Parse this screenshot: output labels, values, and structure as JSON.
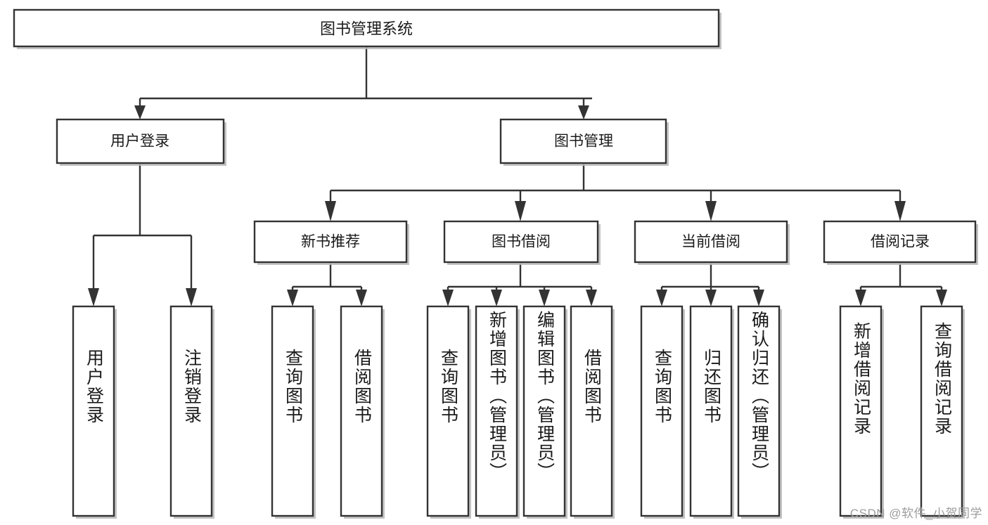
{
  "diagram": {
    "type": "tree",
    "title": "图书管理系统",
    "watermark": "CSDN @软件_小贺同学",
    "colors": {
      "stroke": "#333333",
      "fill": "#ffffff",
      "shadow": "#b8b8b8",
      "text": "#1a1a1a",
      "watermark": "#9d9d9d"
    },
    "root": {
      "label": "图书管理系统"
    },
    "level2": [
      {
        "label": "用户登录"
      },
      {
        "label": "图书管理"
      }
    ],
    "level3": [
      {
        "label": "新书推荐"
      },
      {
        "label": "图书借阅"
      },
      {
        "label": "当前借阅"
      },
      {
        "label": "借阅记录"
      }
    ],
    "leaves": {
      "user_login": [
        {
          "label": "用户登录"
        },
        {
          "label": "注销登录"
        }
      ],
      "new_book": [
        {
          "label": "查询图书"
        },
        {
          "label": "借阅图书"
        }
      ],
      "book_borrow": [
        {
          "label": "查询图书"
        },
        {
          "label": "新增图书（管理员）"
        },
        {
          "label": "编辑图书（管理员）"
        },
        {
          "label": "借阅图书"
        }
      ],
      "current_borrow": [
        {
          "label": "查询图书"
        },
        {
          "label": "归还图书"
        },
        {
          "label": "确认归还（管理员）"
        }
      ],
      "borrow_record": [
        {
          "label": "新增借阅记录"
        },
        {
          "label": "查询借阅记录"
        }
      ]
    }
  }
}
